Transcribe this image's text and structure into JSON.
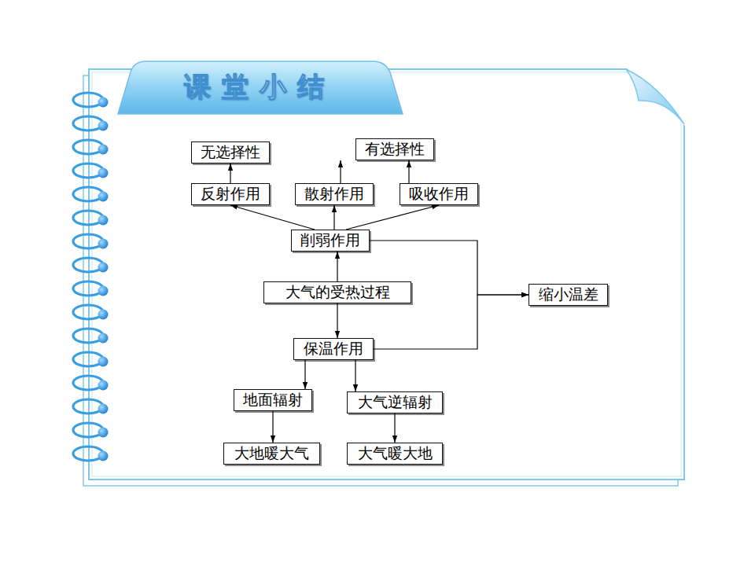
{
  "diagram": {
    "title": "课堂小结",
    "nodes": [
      {
        "text": [
          "无选择性"
        ]
      },
      {
        "text": [
          "有选择性"
        ]
      },
      {
        "text": [
          "反射作用"
        ]
      },
      {
        "text": [
          "散射作用"
        ]
      },
      {
        "text": [
          "吸收作用"
        ]
      },
      {
        "text": [
          "削弱作用"
        ]
      },
      {
        "text": [
          "大气的受热过程"
        ]
      },
      {
        "text": [
          "缩小温差"
        ]
      },
      {
        "text": [
          "保温作用"
        ]
      },
      {
        "text": [
          "地面辐射"
        ]
      },
      {
        "text": [
          "大气逆辐射"
        ]
      },
      {
        "text": [
          "大地暖大气"
        ]
      },
      {
        "text": [
          "大气暖大地"
        ]
      }
    ],
    "edges": [
      {
        "from": 6,
        "to": 5,
        "arrow": "to"
      },
      {
        "from": 6,
        "to": 8,
        "arrow": "to"
      },
      {
        "from": 5,
        "to": 2,
        "arrow": "to"
      },
      {
        "from": 5,
        "to": 3,
        "arrow": "to"
      },
      {
        "from": 5,
        "to": 4,
        "arrow": "to"
      },
      {
        "from": 2,
        "to": 0,
        "arrow": "to"
      },
      {
        "from": 3,
        "to": 1,
        "arrow": "to"
      },
      {
        "from": 4,
        "to": 1,
        "arrow": "to"
      },
      {
        "from": 5,
        "to": 7,
        "arrow": "to"
      },
      {
        "from": 8,
        "to": 7,
        "arrow": "to"
      },
      {
        "from": 8,
        "to": 9,
        "arrow": "to"
      },
      {
        "from": 8,
        "to": 10,
        "arrow": "to"
      },
      {
        "from": 9,
        "to": 11,
        "arrow": "to"
      },
      {
        "from": 10,
        "to": 12,
        "arrow": "to"
      }
    ]
  }
}
